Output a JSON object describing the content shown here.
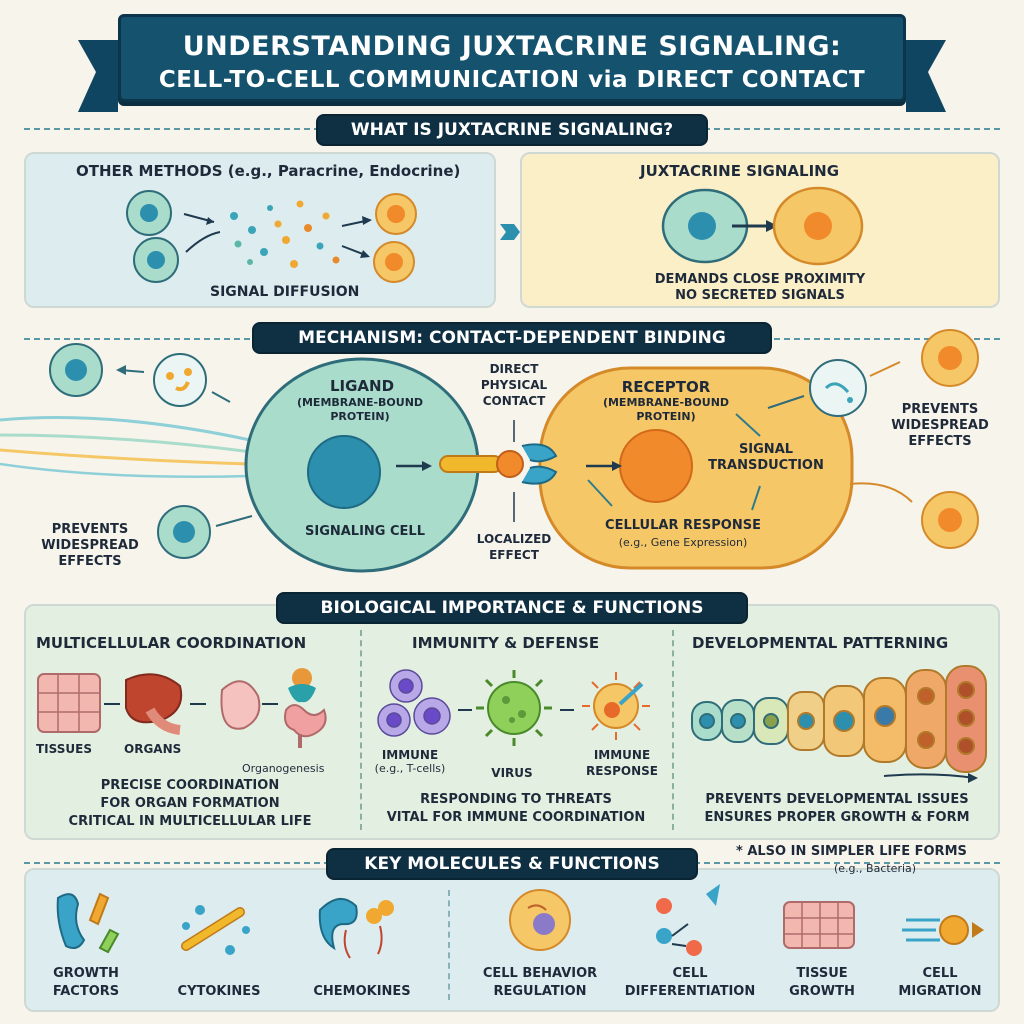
{
  "title": {
    "line1": "UNDERSTANDING JUXTACRINE SIGNALING:",
    "line2": "CELL-TO-CELL COMMUNICATION via DIRECT CONTACT"
  },
  "section1": {
    "ribbon": "WHAT IS JUXTACRINE SIGNALING?",
    "left": {
      "title": "OTHER METHODS (e.g., Paracrine, Endocrine)",
      "caption": "SIGNAL DIFFUSION"
    },
    "right": {
      "title": "JUXTACRINE SIGNALING",
      "caption1": "DEMANDS CLOSE PROXIMITY",
      "caption2": "NO SECRETED SIGNALS"
    }
  },
  "section2": {
    "ribbon": "MECHANISM: CONTACT-DEPENDENT BINDING",
    "ligand_title": "LIGAND",
    "ligand_sub1": "(MEMBRANE-BOUND",
    "ligand_sub2": "PROTEIN)",
    "signaling_cell": "SIGNALING CELL",
    "contact1": "DIRECT",
    "contact2": "PHYSICAL",
    "contact3": "CONTACT",
    "localized1": "LOCALIZED",
    "localized2": "EFFECT",
    "receptor_title": "RECEPTOR",
    "receptor_sub1": "(MEMBRANE-BOUND",
    "receptor_sub2": "PROTEIN)",
    "transduction1": "SIGNAL",
    "transduction2": "TRANSDUCTION",
    "response1": "CELLULAR RESPONSE",
    "response2": "(e.g., Gene Expression)",
    "prevents_left": [
      "PREVENTS",
      "WIDESPREAD",
      "EFFECTS"
    ],
    "prevents_right": [
      "PREVENTS",
      "WIDESPREAD",
      "EFFECTS"
    ]
  },
  "section3": {
    "ribbon": "BIOLOGICAL IMPORTANCE & FUNCTIONS",
    "col1": {
      "title": "MULTICELLULAR COORDINATION",
      "labels": {
        "tissues": "TISSUES",
        "organs": "ORGANS",
        "organogenesis": "Organogenesis"
      },
      "text1": "PRECISE COORDINATION",
      "text2": "FOR ORGAN FORMATION",
      "text3": "CRITICAL IN MULTICELLULAR LIFE"
    },
    "col2": {
      "title": "IMMUNITY & DEFENSE",
      "labels": {
        "immune1": "IMMUNE",
        "immune2": "(e.g., T-cells)",
        "virus": "VIRUS",
        "response1": "IMMUNE",
        "response2": "RESPONSE"
      },
      "text1": "RESPONDING TO THREATS",
      "text2": "VITAL FOR IMMUNE COORDINATION"
    },
    "col3": {
      "title": "DEVELOPMENTAL PATTERNING",
      "text1": "PREVENTS DEVELOPMENTAL ISSUES",
      "text2": "ENSURES PROPER GROWTH & FORM"
    }
  },
  "section4": {
    "ribbon": "KEY MOLECULES & FUNCTIONS",
    "note1": "* ALSO IN SIMPLER LIFE FORMS",
    "note2": "(e.g., Bacteria)",
    "molecules": [
      {
        "line1": "GROWTH",
        "line2": "FACTORS"
      },
      {
        "line1": "CYTOKINES",
        "line2": ""
      },
      {
        "line1": "CHEMOKINES",
        "line2": ""
      }
    ],
    "functions": [
      {
        "line1": "CELL BEHAVIOR",
        "line2": "REGULATION"
      },
      {
        "line1": "CELL",
        "line2": "DIFFERENTIATION"
      },
      {
        "line1": "TISSUE",
        "line2": "GROWTH"
      },
      {
        "line1": "CELL",
        "line2": "MIGRATION"
      }
    ]
  },
  "colors": {
    "banner": "#15526e",
    "ribbon": "#0f2f43",
    "signaling_cell": "#a9dccb",
    "target_cell": "#f6c766",
    "panel_blue": "#dcecef",
    "panel_yellow": "#fbefc8",
    "panel_green": "#e3f0e1"
  }
}
